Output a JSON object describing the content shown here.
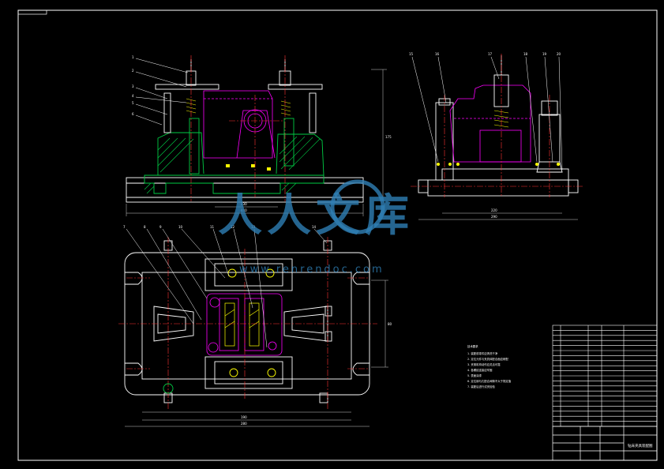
{
  "watermark": {
    "chars": "人人文库",
    "url": "www.renrendoc.com",
    "color": "#2f7fb5"
  },
  "colors": {
    "frame": "#ffffff",
    "part": "#ffffff",
    "hidden": "#ff00ff",
    "section": "#00cc44",
    "center": "#ff3333",
    "accent": "#ffff00",
    "dim": "#cccccc"
  },
  "views": {
    "front": {
      "balloons": [
        "1",
        "2",
        "3",
        "4",
        "5",
        "6"
      ],
      "dims": [
        "230",
        "440",
        "175"
      ]
    },
    "side": {
      "balloons": [
        "15",
        "16",
        "17",
        "18",
        "19",
        "20"
      ],
      "dims": [
        "220",
        "290"
      ]
    },
    "top": {
      "balloons": [
        "7",
        "8",
        "9",
        "10",
        "11",
        "12",
        "13",
        "14"
      ],
      "dims": [
        "190",
        "280",
        "80"
      ]
    }
  },
  "notes": {
    "title": "技术要求",
    "lines": [
      "1. 装配前零件应清洗干净",
      "2. 定位元件与夹具体配合面应研配",
      "3. 夹紧机构动作应灵活可靠",
      "4. 各螺纹连接应牢固",
      "5. 表面涂漆",
      "6. 定位销与孔配合间隙不大于规定值",
      "7. 装配后进行试夹检验"
    ]
  },
  "title_block": {
    "drawing_title": "钻床夹具装配图",
    "rows": 20
  }
}
